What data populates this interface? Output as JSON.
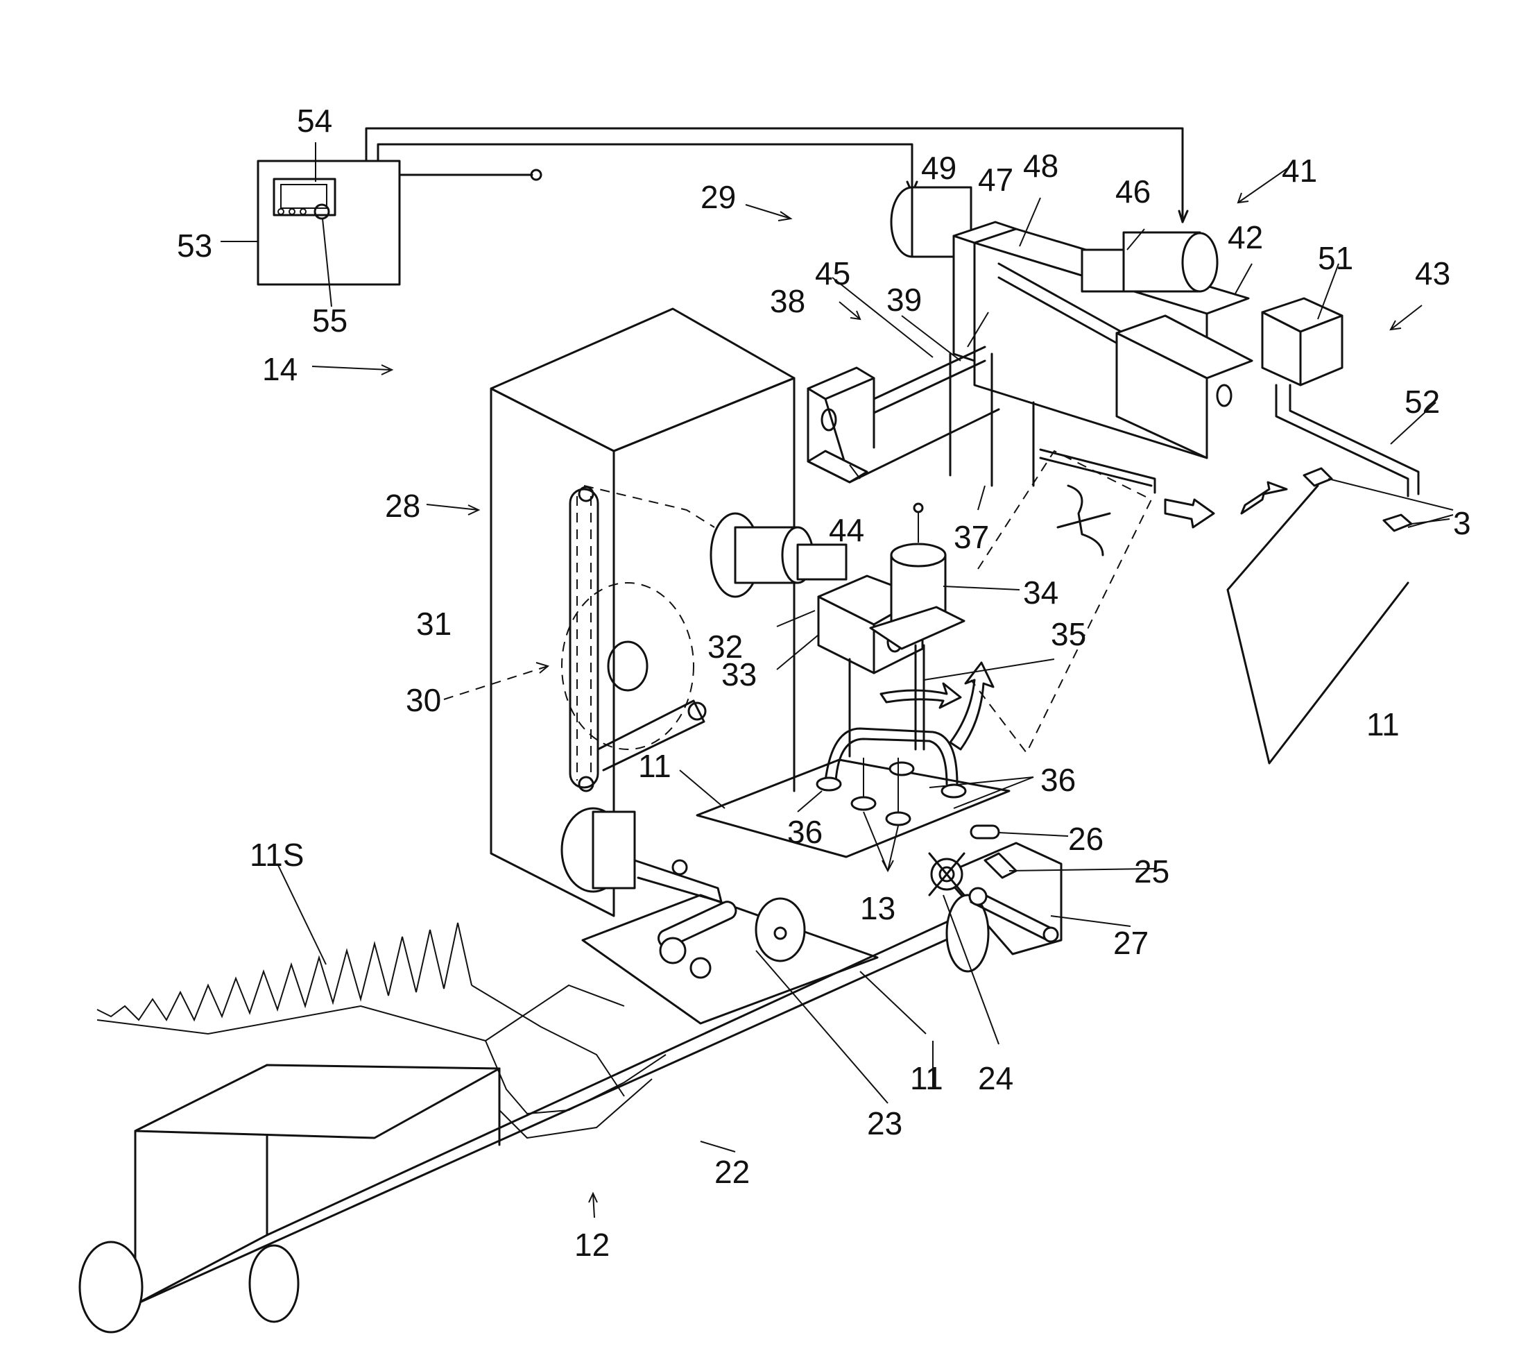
{
  "labels": {
    "l54": "54",
    "l53": "53",
    "l55": "55",
    "l14": "14",
    "l29": "29",
    "l49": "49",
    "l47": "47",
    "l48": "48",
    "l46": "46",
    "l41": "41",
    "l42": "42",
    "l51": "51",
    "l43": "43",
    "l38": "38",
    "l45": "45",
    "l39": "39",
    "l52": "52",
    "l28": "28",
    "l44": "44",
    "l37": "37",
    "l3": "3",
    "l31": "31",
    "l34": "34",
    "l32": "32",
    "l33": "33",
    "l35": "35",
    "l30": "30",
    "l11a": "11",
    "l11b": "11",
    "l36a": "36",
    "l36b": "36",
    "l26": "26",
    "l11s": "11S",
    "l25": "25",
    "l13": "13",
    "l27": "27",
    "l11c": "11",
    "l24": "24",
    "l23": "23",
    "l22": "22",
    "l12": "12"
  }
}
